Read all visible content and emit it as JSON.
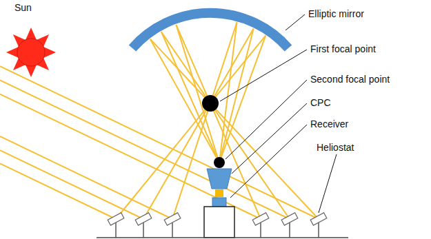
{
  "diagram": {
    "labels": [
      "Sun",
      "Elliptic mirror",
      "First focal point",
      "Second focal point",
      "CPC",
      "Receiver",
      "Heliostat"
    ]
  }
}
